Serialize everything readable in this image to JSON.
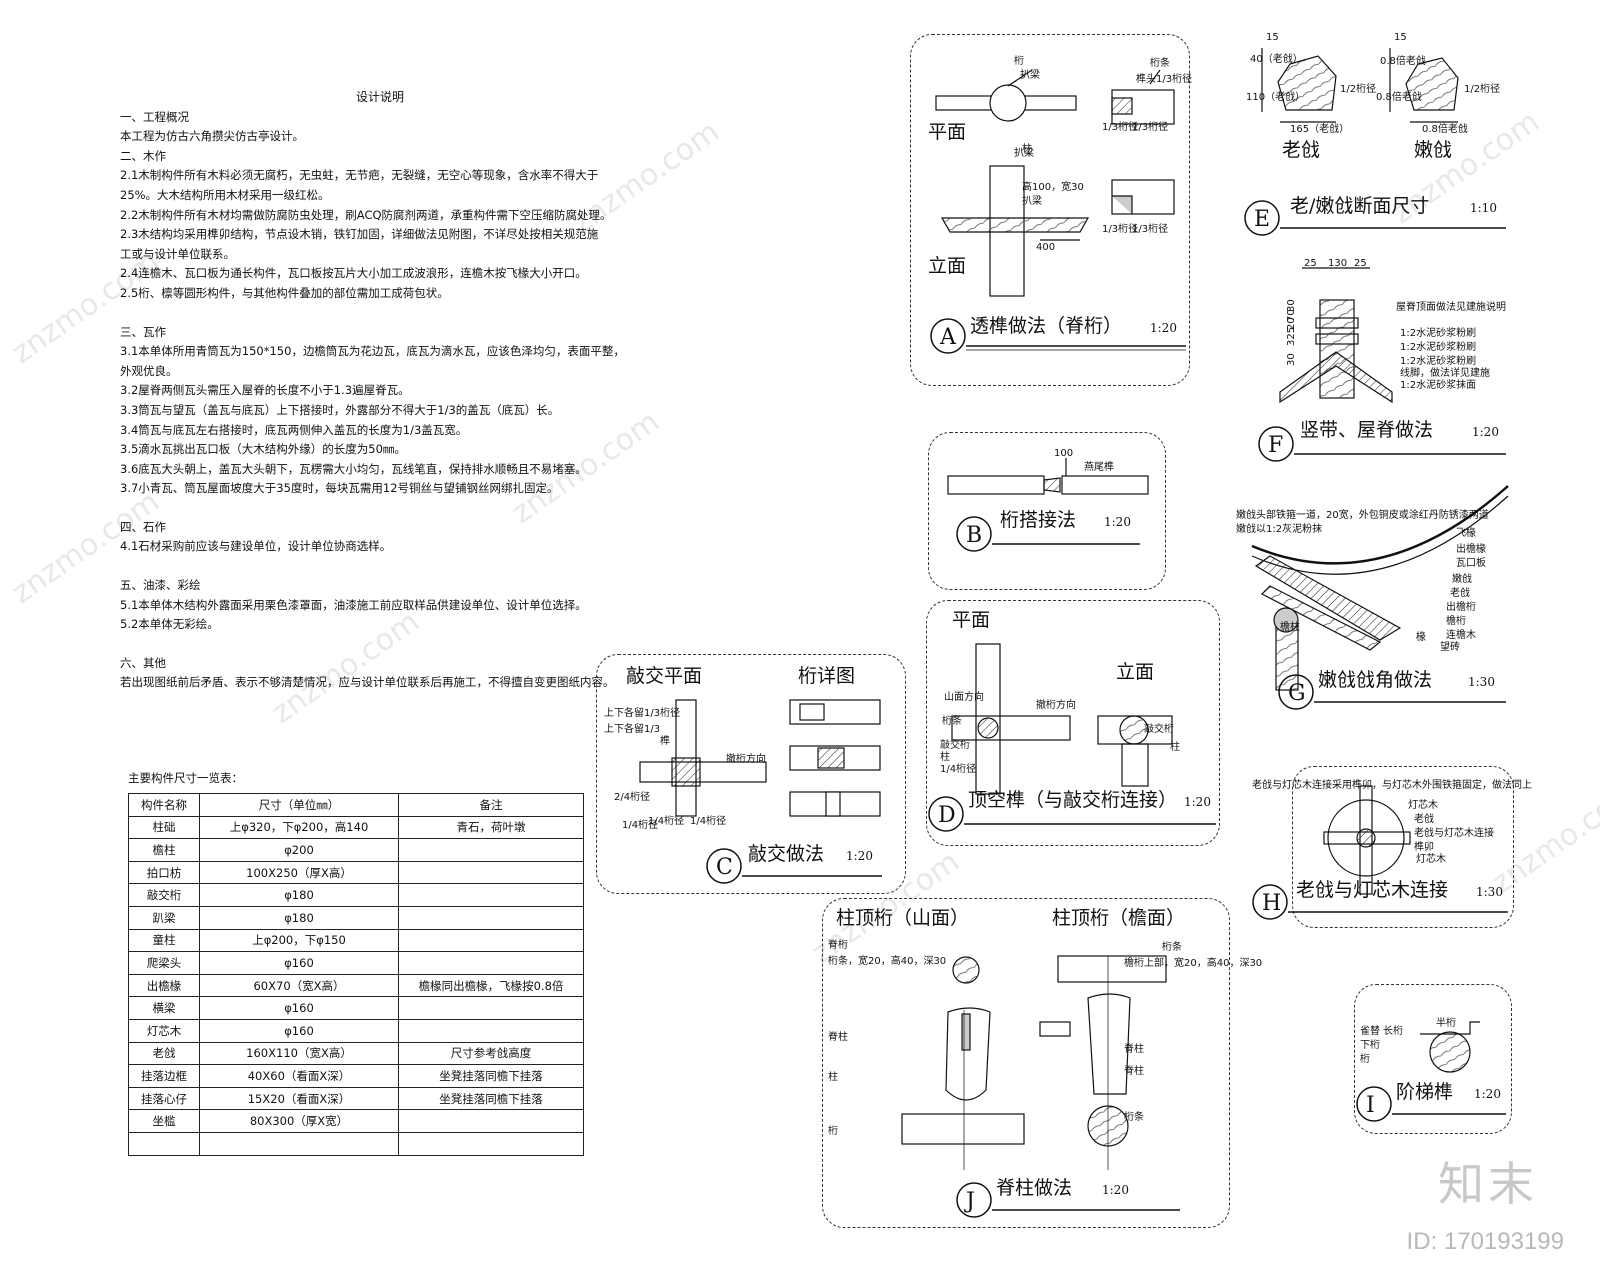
{
  "notes": {
    "title": "设计说明",
    "lines": [
      "一、工程概况",
      "本工程为仿古六角攒尖仿古亭设计。",
      "二、木作",
      "2.1木制构件所有木料必须无腐朽，无虫蛀，无节疤，无裂缝，无空心等现象，含水率不得大于",
      "25%。大木结构所用木材采用一级红松。",
      "2.2木制构件所有木材均需做防腐防虫处理，刷ACQ防腐剂两道，承重构件需下空压缩防腐处理。",
      "2.3木结构均采用榫卯结构，节点设木销，铁钉加固，详细做法见附图，不详尽处按相关规范施",
      "工或与设计单位联系。",
      "2.4连檐木、瓦口板为通长构件，瓦口板按瓦片大小加工成波浪形，连檐木按飞椽大小开口。",
      "2.5桁、檩等圆形构件，与其他构件叠加的部位需加工成荷包状。",
      "",
      "三、瓦作",
      "3.1本单体所用青筒瓦为150*150，边檐筒瓦为花边瓦，底瓦为滴水瓦，应该色泽均匀，表面平整，",
      "外观优良。",
      "3.2屋脊两侧瓦头需压入屋脊的长度不小于1.3遍屋脊瓦。",
      "3.3筒瓦与望瓦（盖瓦与底瓦）上下搭接时，外露部分不得大于1/3的盖瓦（底瓦）长。",
      "3.4筒瓦与底瓦左右搭接时，底瓦两侧伸入盖瓦的长度为1/3盖瓦宽。",
      "3.5滴水瓦挑出瓦口板（大木结构外缘）的长度为50㎜。",
      "3.6底瓦大头朝上，盖瓦大头朝下，瓦楞需大小均匀，瓦线笔直，保持排水顺畅且不易堵塞。",
      "3.7小青瓦、筒瓦屋面坡度大于35度时，每块瓦需用12号铜丝与望铺钢丝网绑扎固定。",
      "",
      "四、石作",
      "4.1石材采购前应该与建设单位，设计单位协商选样。",
      "",
      "五、油漆、彩绘",
      "5.1本单体木结构外露面采用栗色漆罩面，油漆施工前应取样品供建设单位、设计单位选择。",
      "5.2本单体无彩绘。",
      "",
      "六、其他",
      "若出现图纸前后矛盾、表示不够清楚情况，应与设计单位联系后再施工，不得擅自变更图纸内容。"
    ]
  },
  "table": {
    "caption": "主要构件尺寸一览表：",
    "headers": [
      "构件名称",
      "尺寸（单位㎜）",
      "备注"
    ],
    "rows": [
      [
        "柱础",
        "上φ320，下φ200，高140",
        "青石，荷叶墩"
      ],
      [
        "檐柱",
        "φ200",
        ""
      ],
      [
        "拍口枋",
        "100X250（厚X高）",
        ""
      ],
      [
        "敲交桁",
        "φ180",
        ""
      ],
      [
        "趴梁",
        "φ180",
        ""
      ],
      [
        "童柱",
        "上φ200，下φ150",
        ""
      ],
      [
        "爬梁头",
        "φ160",
        ""
      ],
      [
        "出檐椽",
        "60X70（宽X高）",
        "檐椽同出檐椽，飞椽按0.8倍"
      ],
      [
        "横梁",
        "φ160",
        ""
      ],
      [
        "灯芯木",
        "φ160",
        ""
      ],
      [
        "老戗",
        "160X110（宽X高）",
        "尺寸参考戗高度"
      ],
      [
        "挂落边框",
        "40X60（看面X深）",
        "坐凳挂落同檐下挂落"
      ],
      [
        "挂落心仔",
        "15X20（看面X深）",
        "坐凳挂落同檐下挂落"
      ],
      [
        "坐槛",
        "80X300（厚X宽）",
        ""
      ],
      [
        "",
        "",
        ""
      ]
    ]
  },
  "detailA": {
    "letter": "A",
    "title": "透榫做法（脊桁）",
    "scale": "1:20",
    "plan": "平面",
    "elev": "立面",
    "labels": [
      "桁",
      "扒梁",
      "桁条",
      "榫头1/3桁径",
      "1/3桁径",
      "1/3桁径",
      "扒梁",
      "柱",
      "高100，宽30",
      "扒梁",
      "1/3桁径",
      "1/3桁径",
      "400"
    ]
  },
  "detailB": {
    "letter": "B",
    "title": "桁搭接法",
    "scale": "1:20",
    "labels": [
      "100",
      "燕尾榫"
    ]
  },
  "detailC": {
    "letter": "C",
    "title": "敲交做法",
    "scale": "1:20",
    "plan": "敲交平面",
    "detail": "桁详图",
    "labels": [
      "上下各留1/3桁径",
      "上下各留1/3",
      "榫",
      "撤桁方向",
      "1/4桁径",
      "2/4桁径",
      "1/4桁径",
      "1/4桁径"
    ]
  },
  "detailD": {
    "letter": "D",
    "title": "顶空榫（与敲交桁连接）",
    "scale": "1:20",
    "plan": "平面",
    "elev": "立面",
    "labels": [
      "山面方向",
      "撤桁方向",
      "桁条",
      "敲交桁",
      "柱",
      "1/4桁径",
      "敲交桁",
      "柱"
    ]
  },
  "detailE": {
    "letter": "E",
    "title": "老/嫩戗断面尺寸",
    "scale": "1:10",
    "left": "老戗",
    "right": "嫩戗",
    "labels": [
      "15",
      "110（老戗）",
      "40（老戗）",
      "165（老戗）",
      "15",
      "0.8倍老戗",
      "0.8倍老戗",
      "0.8倍老戗",
      "1/2桁径",
      "1/2桁径"
    ]
  },
  "detailF": {
    "letter": "F",
    "title": "竖带、屋脊做法",
    "scale": "1:20",
    "dims": [
      "25",
      "130",
      "25"
    ],
    "labels": [
      "屋脊顶面做法见建施说明",
      "1:2水泥砂浆粉刷",
      "1:2水泥砂浆粉刷",
      "1:2水泥砂浆粉刷",
      "线脚，做法详见建施",
      "1:2水泥砂浆抹面"
    ],
    "vert": [
      "325",
      "30",
      "20",
      "70",
      "30"
    ]
  },
  "detailG": {
    "letter": "G",
    "title": "嫩戗戗角做法",
    "scale": "1:30",
    "labels": [
      "嫩戗头部铁箍一道，20宽，外包铜皮或涂红丹防锈漆两道",
      "嫩戗以1:2灰泥粉抹",
      "飞椽",
      "出檐椽",
      "瓦口板",
      "嫩戗",
      "老戗",
      "出檐桁",
      "檐桁",
      "连檐木",
      "望砖",
      "椽",
      "檐柱"
    ]
  },
  "detailH": {
    "letter": "H",
    "title": "老戗与灯芯木连接",
    "scale": "1:30",
    "labels": [
      "老戗与灯芯木连接采用榫卯，与灯芯木外围铁箍固定，做法同上",
      "灯芯木",
      "老戗",
      "老戗与灯芯木连接",
      "榫卯",
      "灯芯木"
    ]
  },
  "detailI": {
    "letter": "I",
    "title": "阶梯榫",
    "scale": "1:20",
    "labels": [
      "半桁",
      "雀替 长桁",
      "下桁",
      "桁"
    ]
  },
  "detailJ": {
    "letter": "J",
    "title": "脊柱做法",
    "scale": "1:20",
    "left": "柱顶桁（山面）",
    "right": "柱顶桁（檐面）",
    "labels": [
      "脊桁",
      "桁条，宽20，高40，深30",
      "桁条",
      "檐桁上部，宽20，高40，深30",
      "脊柱",
      "柱",
      "桁",
      "脊柱",
      "脊柱",
      "桁条"
    ]
  },
  "watermark": "znzmo.com",
  "brand": "知末",
  "id": "ID: 170193199"
}
